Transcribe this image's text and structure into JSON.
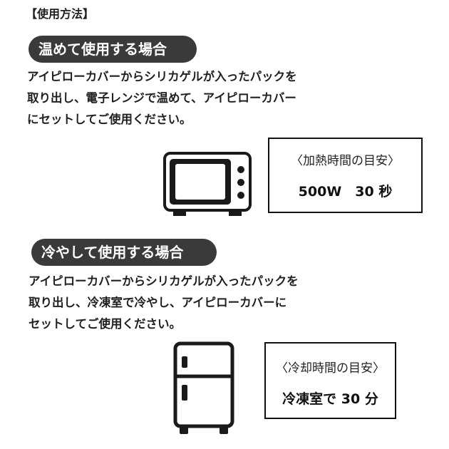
{
  "page_title": "【使用方法】",
  "warm": {
    "heading": "温めて使用する場合",
    "lines": [
      "アイピローカバーからシリカゲルが入ったパックを",
      "取り出し、電子レンジで温めて、アイピローカバー",
      "にセットしてご使用ください。"
    ],
    "guide_title": "〈加熱時間の目安〉",
    "guide_value": "500W　30 秒",
    "icon": "microwave-icon"
  },
  "cool": {
    "heading": "冷やして使用する場合",
    "lines": [
      "アイピローカバーからシリカゲルが入ったパックを",
      "取り出し、冷凍室で冷やし、アイピローカバーに",
      "セットしてご使用ください。"
    ],
    "guide_title": "〈冷却時間の目安〉",
    "guide_value": "冷凍室で 30 分",
    "icon": "refrigerator-icon"
  }
}
